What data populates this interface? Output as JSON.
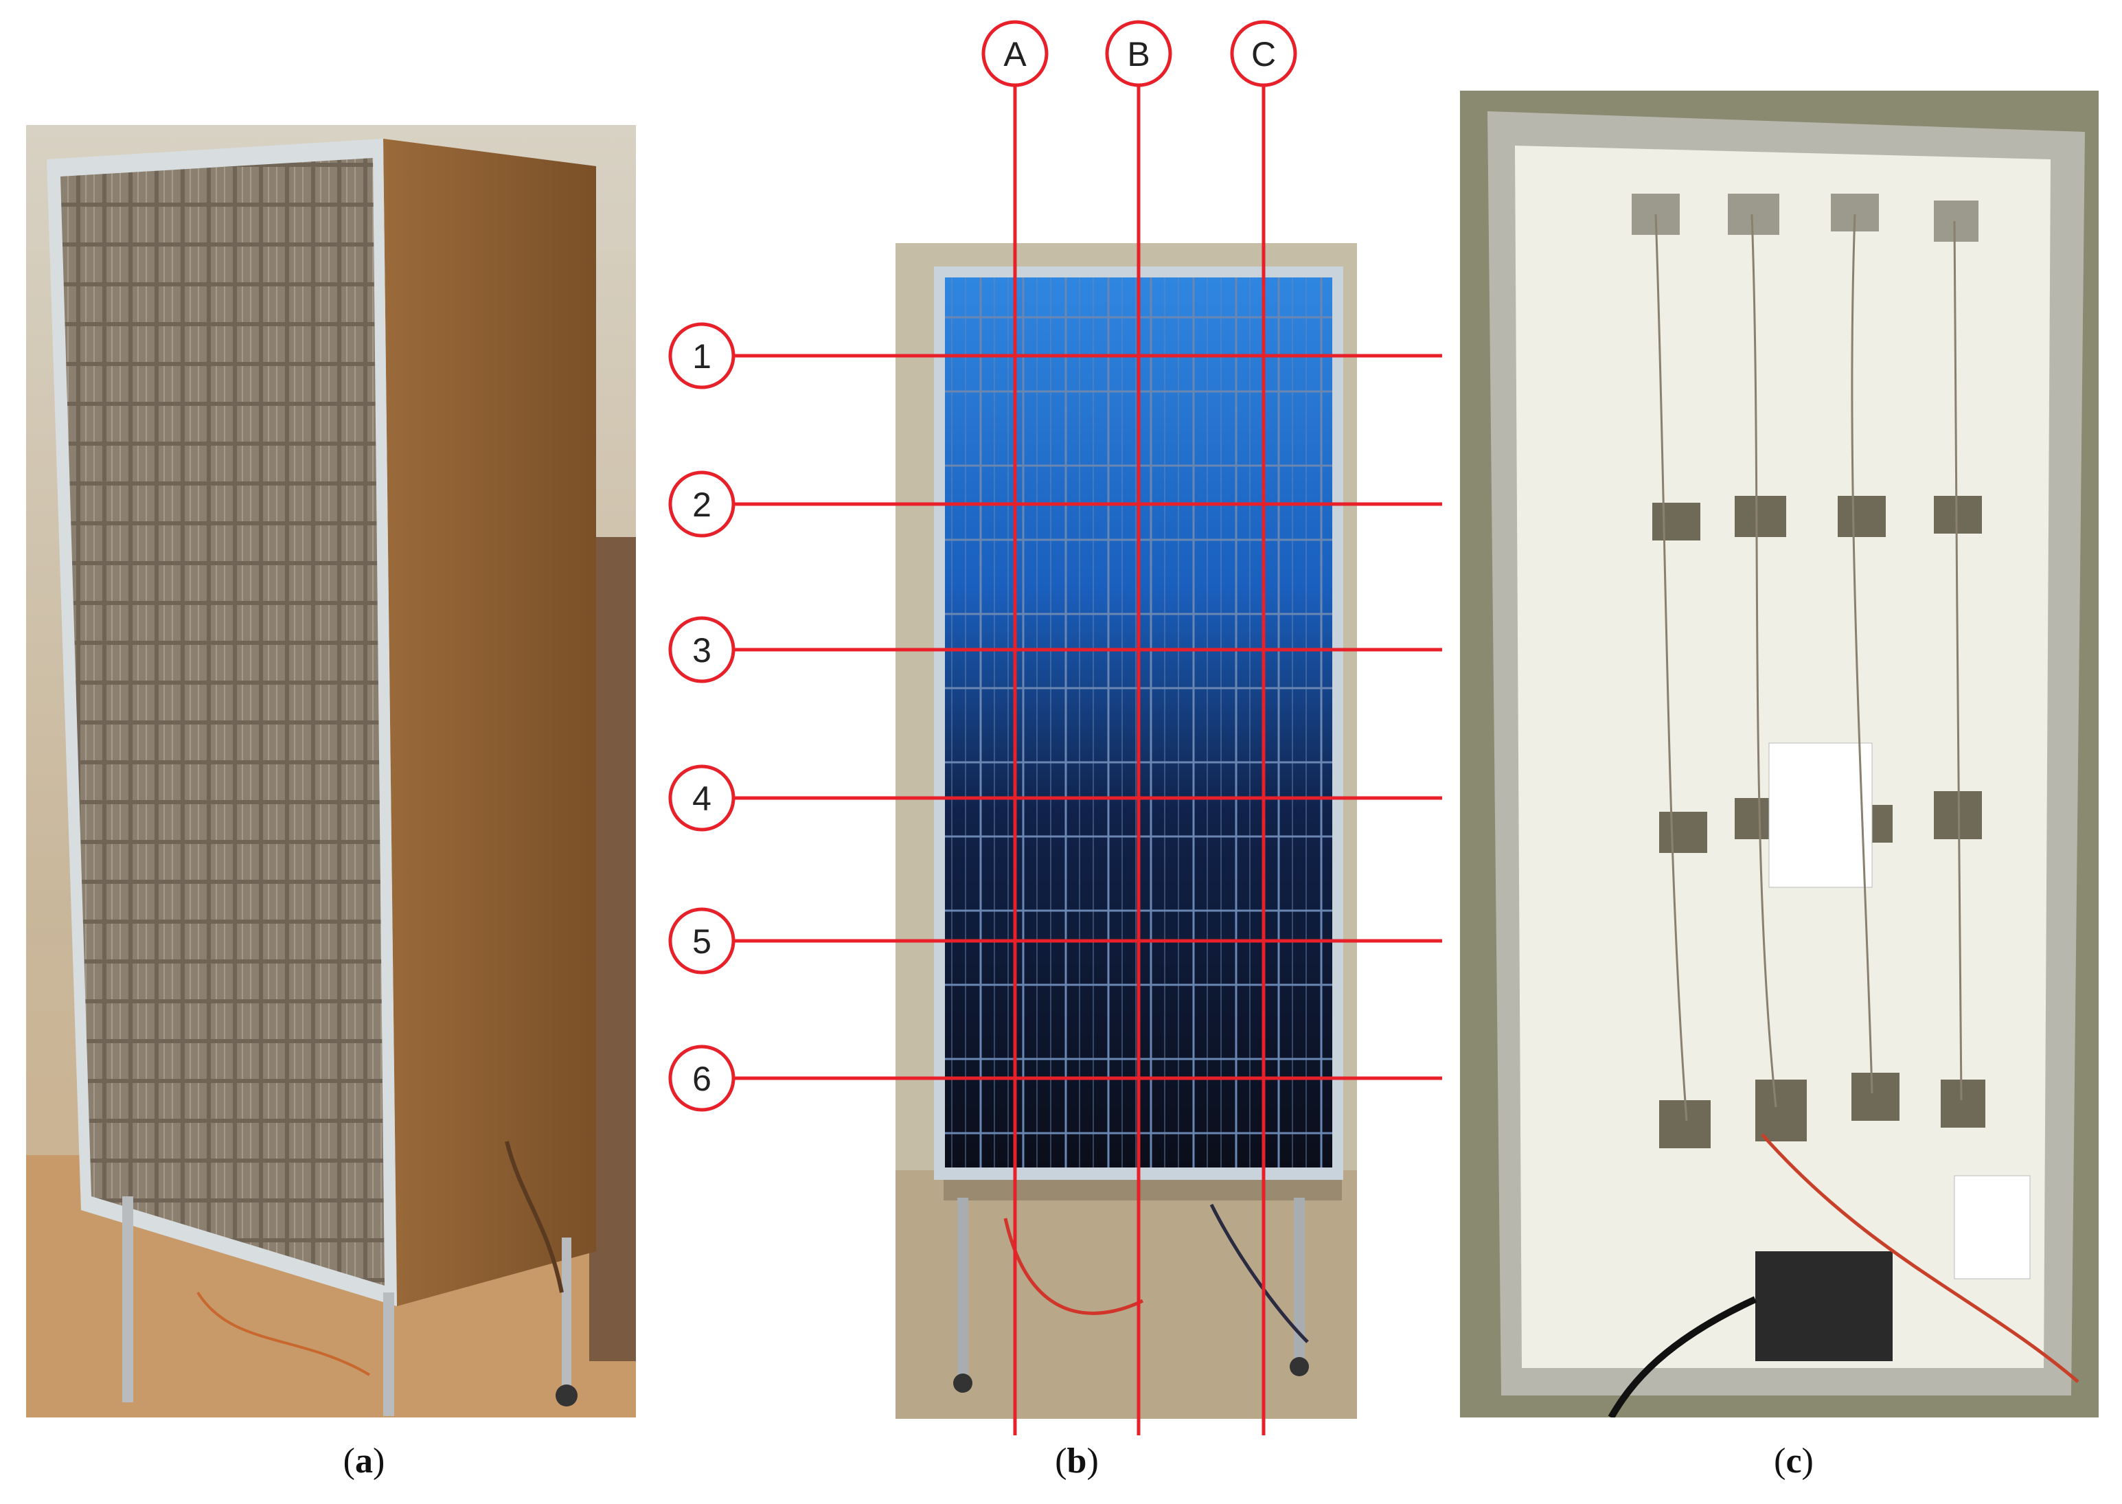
{
  "figure": {
    "panels": [
      {
        "id": "a",
        "caption_open": "(",
        "caption_letter": "a",
        "caption_close": ")",
        "subject": "solar panel mounted on side of wooden cabinet on stand"
      },
      {
        "id": "b",
        "caption_open": "(",
        "caption_letter": "b",
        "caption_close": ")",
        "subject": "front of blue photovoltaic module with measurement grid"
      },
      {
        "id": "c",
        "caption_open": "(",
        "caption_letter": "c",
        "caption_close": ")",
        "subject": "back sheet of module with taped thermocouples and wires"
      }
    ],
    "grid_columns": [
      "A",
      "B",
      "C"
    ],
    "grid_rows": [
      "1",
      "2",
      "3",
      "4",
      "5",
      "6"
    ],
    "colors": {
      "grid_line": "#e8202a",
      "panel_blue": "#1a63c8",
      "panel_dark": "#0c1020",
      "cabinet": "#8a5a2e",
      "backsheet": "#efefe6",
      "tape": "#6f6a58"
    }
  }
}
